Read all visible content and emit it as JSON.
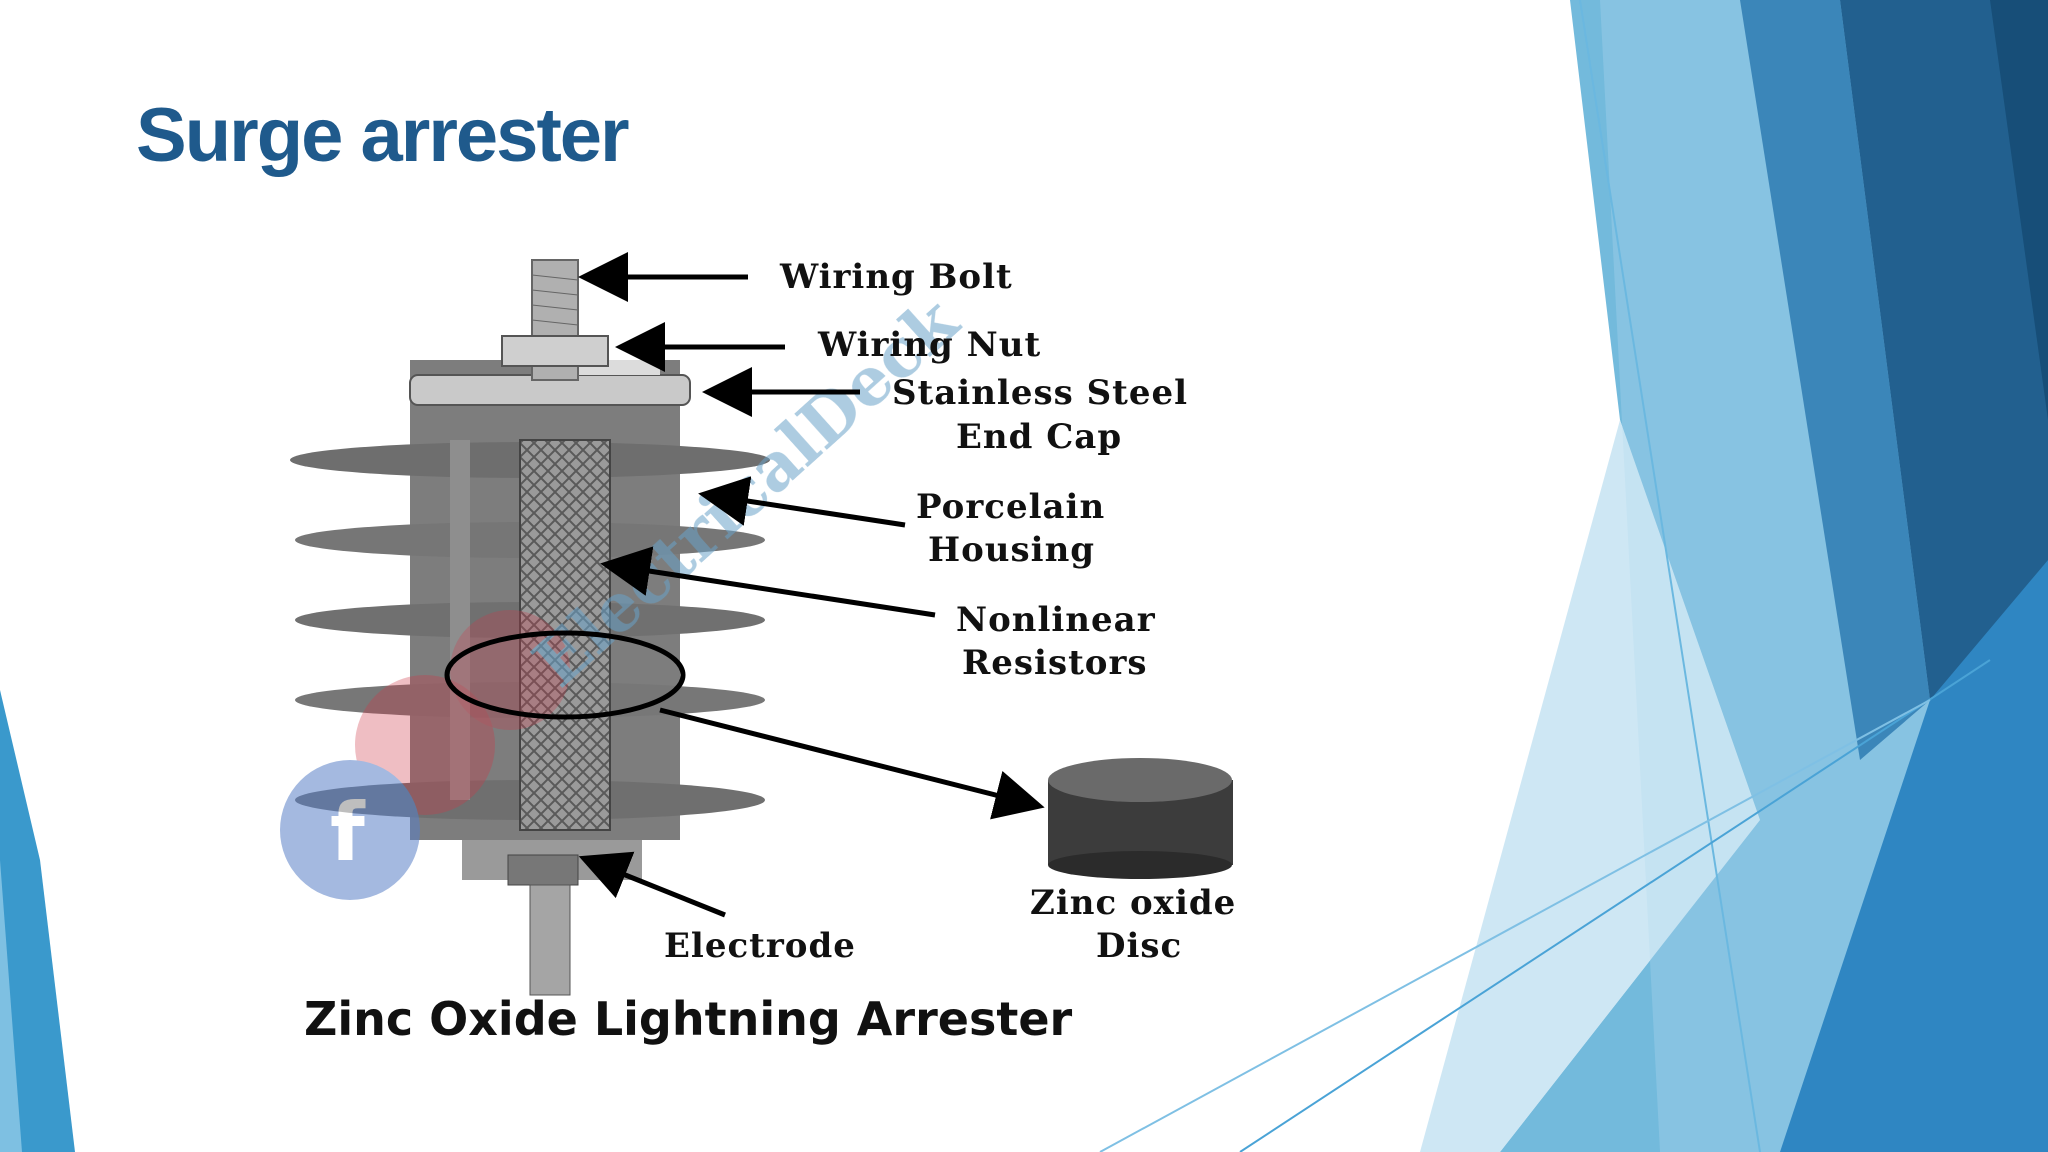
{
  "slide": {
    "title": "Surge arrester",
    "accent_color": "#1f5a8c"
  },
  "diagram": {
    "labels": {
      "wiring_bolt": "Wiring Bolt",
      "wiring_nut": "Wiring Nut",
      "end_cap_line1": "Stainless Steel",
      "end_cap_line2": "End  Cap",
      "housing_line1": "Porcelain",
      "housing_line2": "Housing",
      "resistors_line1": "Nonlinear",
      "resistors_line2": "Resistors",
      "disc_line1": "Zinc oxide",
      "disc_line2": "Disc",
      "electrode": "Electrode"
    },
    "caption": "Zinc Oxide Lightning Arrester",
    "watermark": "ElectricalDeck"
  }
}
